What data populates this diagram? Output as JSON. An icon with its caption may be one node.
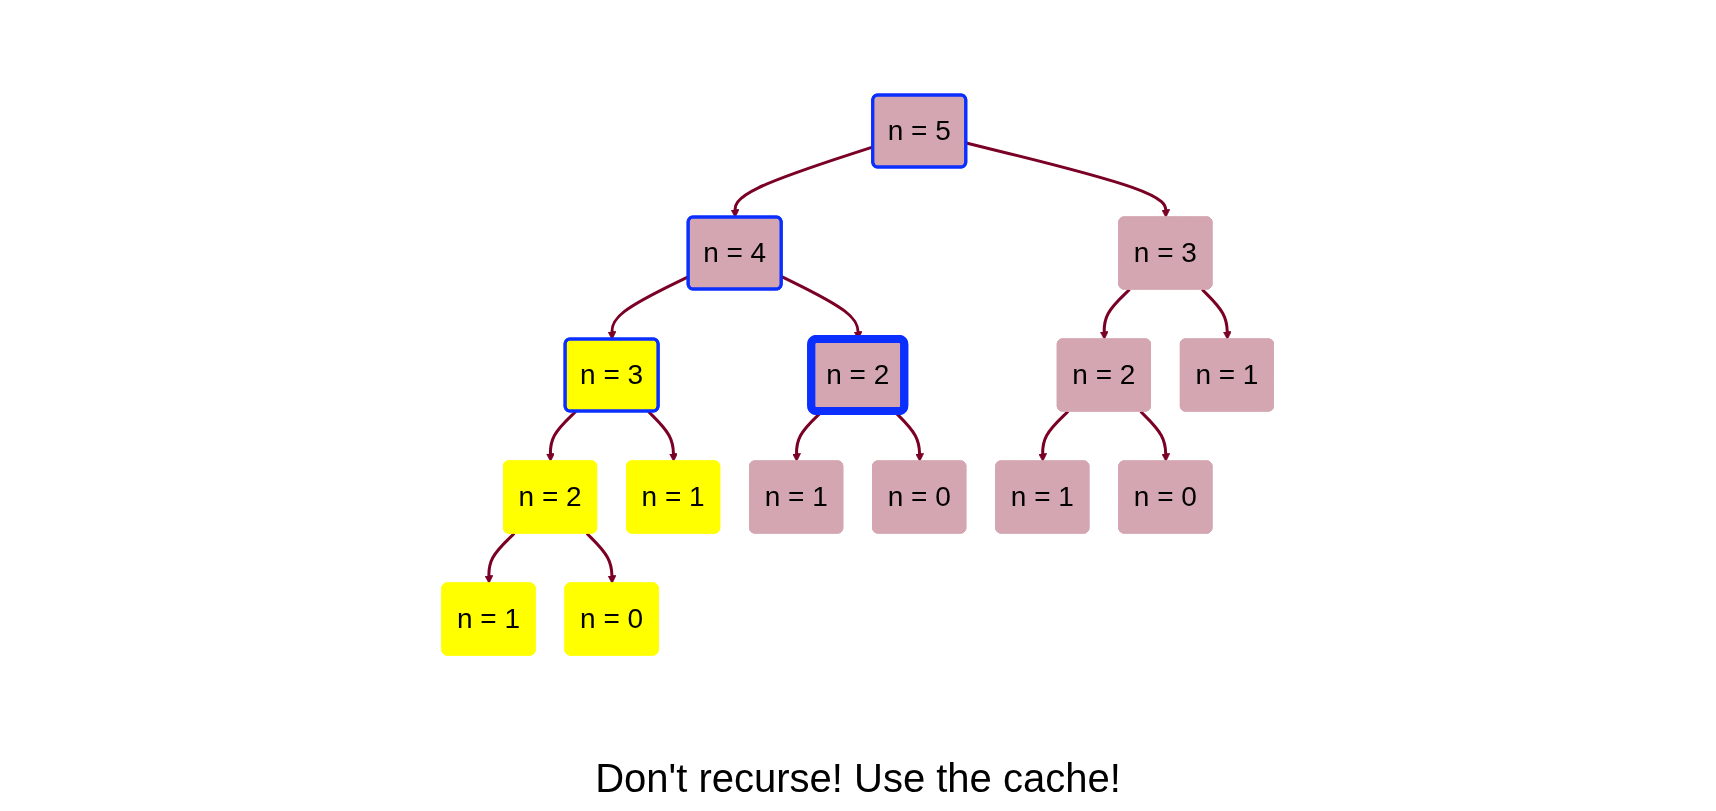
{
  "diagram": {
    "nodes": [
      {
        "text": [
          "n = 5"
        ]
      },
      {
        "text": [
          "n = 4"
        ]
      },
      {
        "text": [
          "n = 3"
        ]
      },
      {
        "text": [
          "n = 3"
        ]
      },
      {
        "text": [
          "n = 2"
        ]
      },
      {
        "text": [
          "n = 2"
        ]
      },
      {
        "text": [
          "n = 1"
        ]
      },
      {
        "text": [
          "n = 2"
        ]
      },
      {
        "text": [
          "n = 1"
        ]
      },
      {
        "text": [
          "n = 1"
        ]
      },
      {
        "text": [
          "n = 0"
        ]
      },
      {
        "text": [
          "n = 1"
        ]
      },
      {
        "text": [
          "n = 0"
        ]
      },
      {
        "text": [
          "n = 1"
        ]
      },
      {
        "text": [
          "n = 0"
        ]
      }
    ],
    "edges": [
      {
        "from": 0,
        "to": 1,
        "arrow": "to"
      },
      {
        "from": 0,
        "to": 2,
        "arrow": "to"
      },
      {
        "from": 1,
        "to": 3,
        "arrow": "to"
      },
      {
        "from": 1,
        "to": 4,
        "arrow": "to"
      },
      {
        "from": 2,
        "to": 5,
        "arrow": "to"
      },
      {
        "from": 2,
        "to": 6,
        "arrow": "to"
      },
      {
        "from": 3,
        "to": 7,
        "arrow": "to"
      },
      {
        "from": 3,
        "to": 8,
        "arrow": "to"
      },
      {
        "from": 4,
        "to": 9,
        "arrow": "to"
      },
      {
        "from": 4,
        "to": 10,
        "arrow": "to"
      },
      {
        "from": 5,
        "to": 11,
        "arrow": "to"
      },
      {
        "from": 5,
        "to": 12,
        "arrow": "to"
      },
      {
        "from": 7,
        "to": 13,
        "arrow": "to"
      },
      {
        "from": 7,
        "to": 14,
        "arrow": "to"
      }
    ],
    "labels": [
      "Don't recurse! Use the cache!"
    ]
  }
}
